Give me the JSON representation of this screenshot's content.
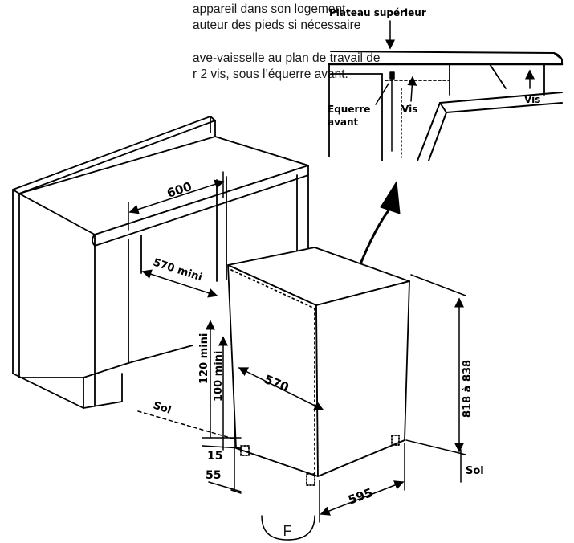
{
  "instructions": {
    "line1": "appareil dans son logement,",
    "line2": "auteur des pieds si nécessaire",
    "line3": "ave-vaisselle au plan de travail de",
    "line4": "r 2 vis, sous l’équerre avant."
  },
  "inset": {
    "top_plate_label": "Plateau supérieur",
    "bracket_label_1": "Equerre",
    "bracket_label_2": "avant",
    "screw_label_left": "Vis",
    "screw_label_right": "Vis"
  },
  "dimensions": {
    "opening_width": "600",
    "min_depth": "570 mini",
    "min_height_120": "120 mini",
    "min_height_100": "100 mini",
    "appliance_depth": "570",
    "height_range": "818 à 838",
    "gap_15": "15",
    "gap_55": "55",
    "appliance_width": "595",
    "floor_label_left": "Sol",
    "floor_label_right": "Sol"
  },
  "page_marker": "F",
  "colors": {
    "line": "#000000",
    "background": "#ffffff"
  }
}
